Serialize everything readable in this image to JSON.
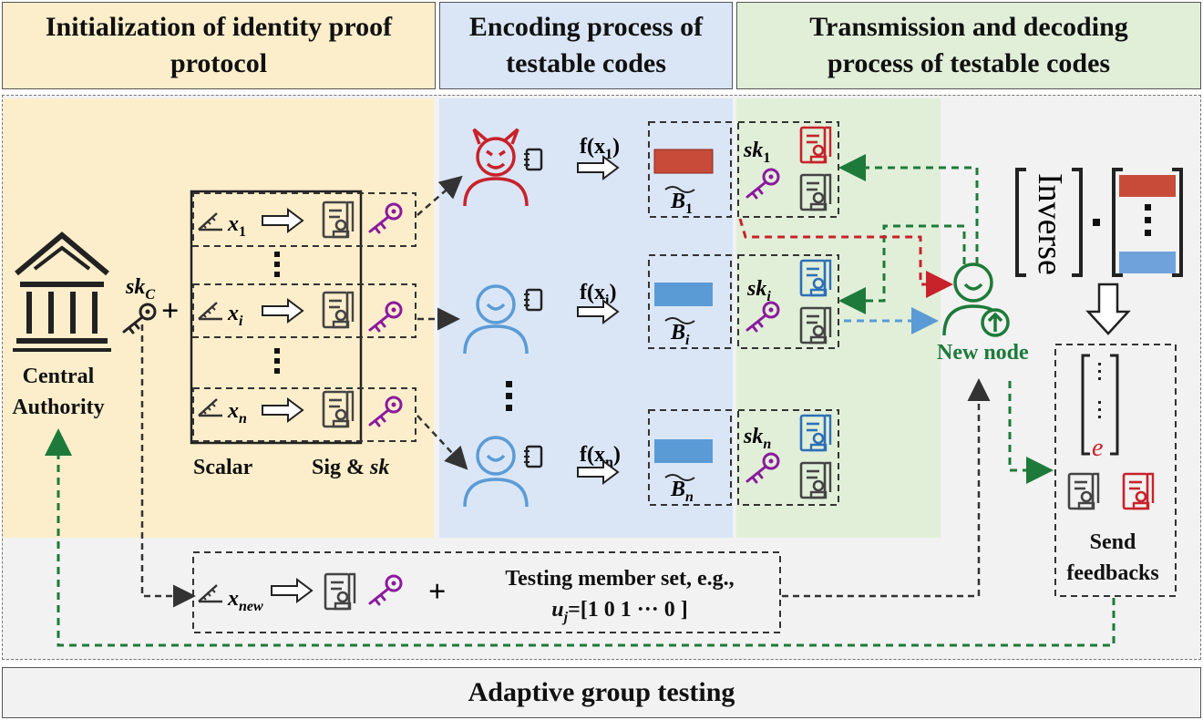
{
  "headers": {
    "init": "Initialization of identity proof protocol",
    "encoding": "Encoding process of testable codes",
    "transmission": "Transmission and decoding process of testable codes",
    "bottom": "Adaptive group testing"
  },
  "authority": {
    "line1": "Central",
    "line2": "Authority"
  },
  "sk_c": {
    "base": "sk",
    "sub": "C"
  },
  "rows": [
    {
      "x_sub": "1",
      "f_label": "f(x",
      "f_sub": "1",
      "b_sub": "1",
      "sk_sub": "1"
    },
    {
      "x_sub": "i",
      "f_label": "f(x",
      "f_sub": "i",
      "b_sub": "i",
      "sk_sub": "i"
    },
    {
      "x_sub": "n",
      "f_label": "f(x",
      "f_sub": "n",
      "b_sub": "n",
      "sk_sub": "n"
    }
  ],
  "labels": {
    "scalar": "Scalar",
    "sig_sk": "Sig & ",
    "sig_sk_italic": "sk",
    "new_node": "New node",
    "inverse": "Inverse",
    "e": "e",
    "send1": "Send",
    "send2": "feedbacks",
    "x_new_sub": "new",
    "plus": "+",
    "testing_line1": "Testing member set, e.g.,",
    "testing_u": "u",
    "testing_u_sub": "j",
    "testing_vec": "=[1 0 1 ··· 0 ]",
    "x_base": "x",
    "b_base": "B",
    "close_paren": ")"
  },
  "colors": {
    "init_bg": "#fdeecb",
    "enc_bg": "#dae6f6",
    "trans_bg": "#e1efd9",
    "grey_bg": "#f1f2f1",
    "red": "#c8222b",
    "blue": "#5b9bd5",
    "green": "#1e7a3a",
    "purple": "#8b1a9e",
    "dark": "#333333"
  },
  "icons": [
    "bank-icon",
    "key-icon",
    "ruler-icon",
    "arrow-icon",
    "certificate-icon",
    "devil-user-icon",
    "user-icon",
    "notebook-icon"
  ]
}
